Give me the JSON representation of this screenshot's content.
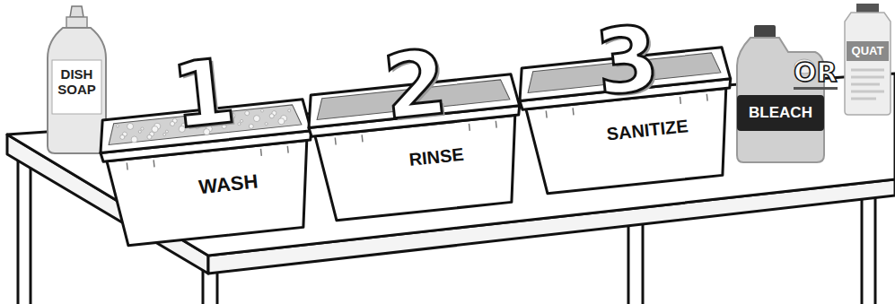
{
  "diagram": {
    "nodes": [
      {
        "text": [
          "DISH SOAP"
        ]
      },
      {
        "text": [
          "WASH"
        ]
      },
      {
        "text": [
          "RINSE"
        ]
      },
      {
        "text": [
          "SANITIZE"
        ]
      },
      {
        "text": [
          "BLEACH"
        ]
      },
      {
        "text": [
          "QUAT"
        ]
      }
    ],
    "labels": [
      "1",
      "2",
      "3",
      "OR"
    ]
  }
}
